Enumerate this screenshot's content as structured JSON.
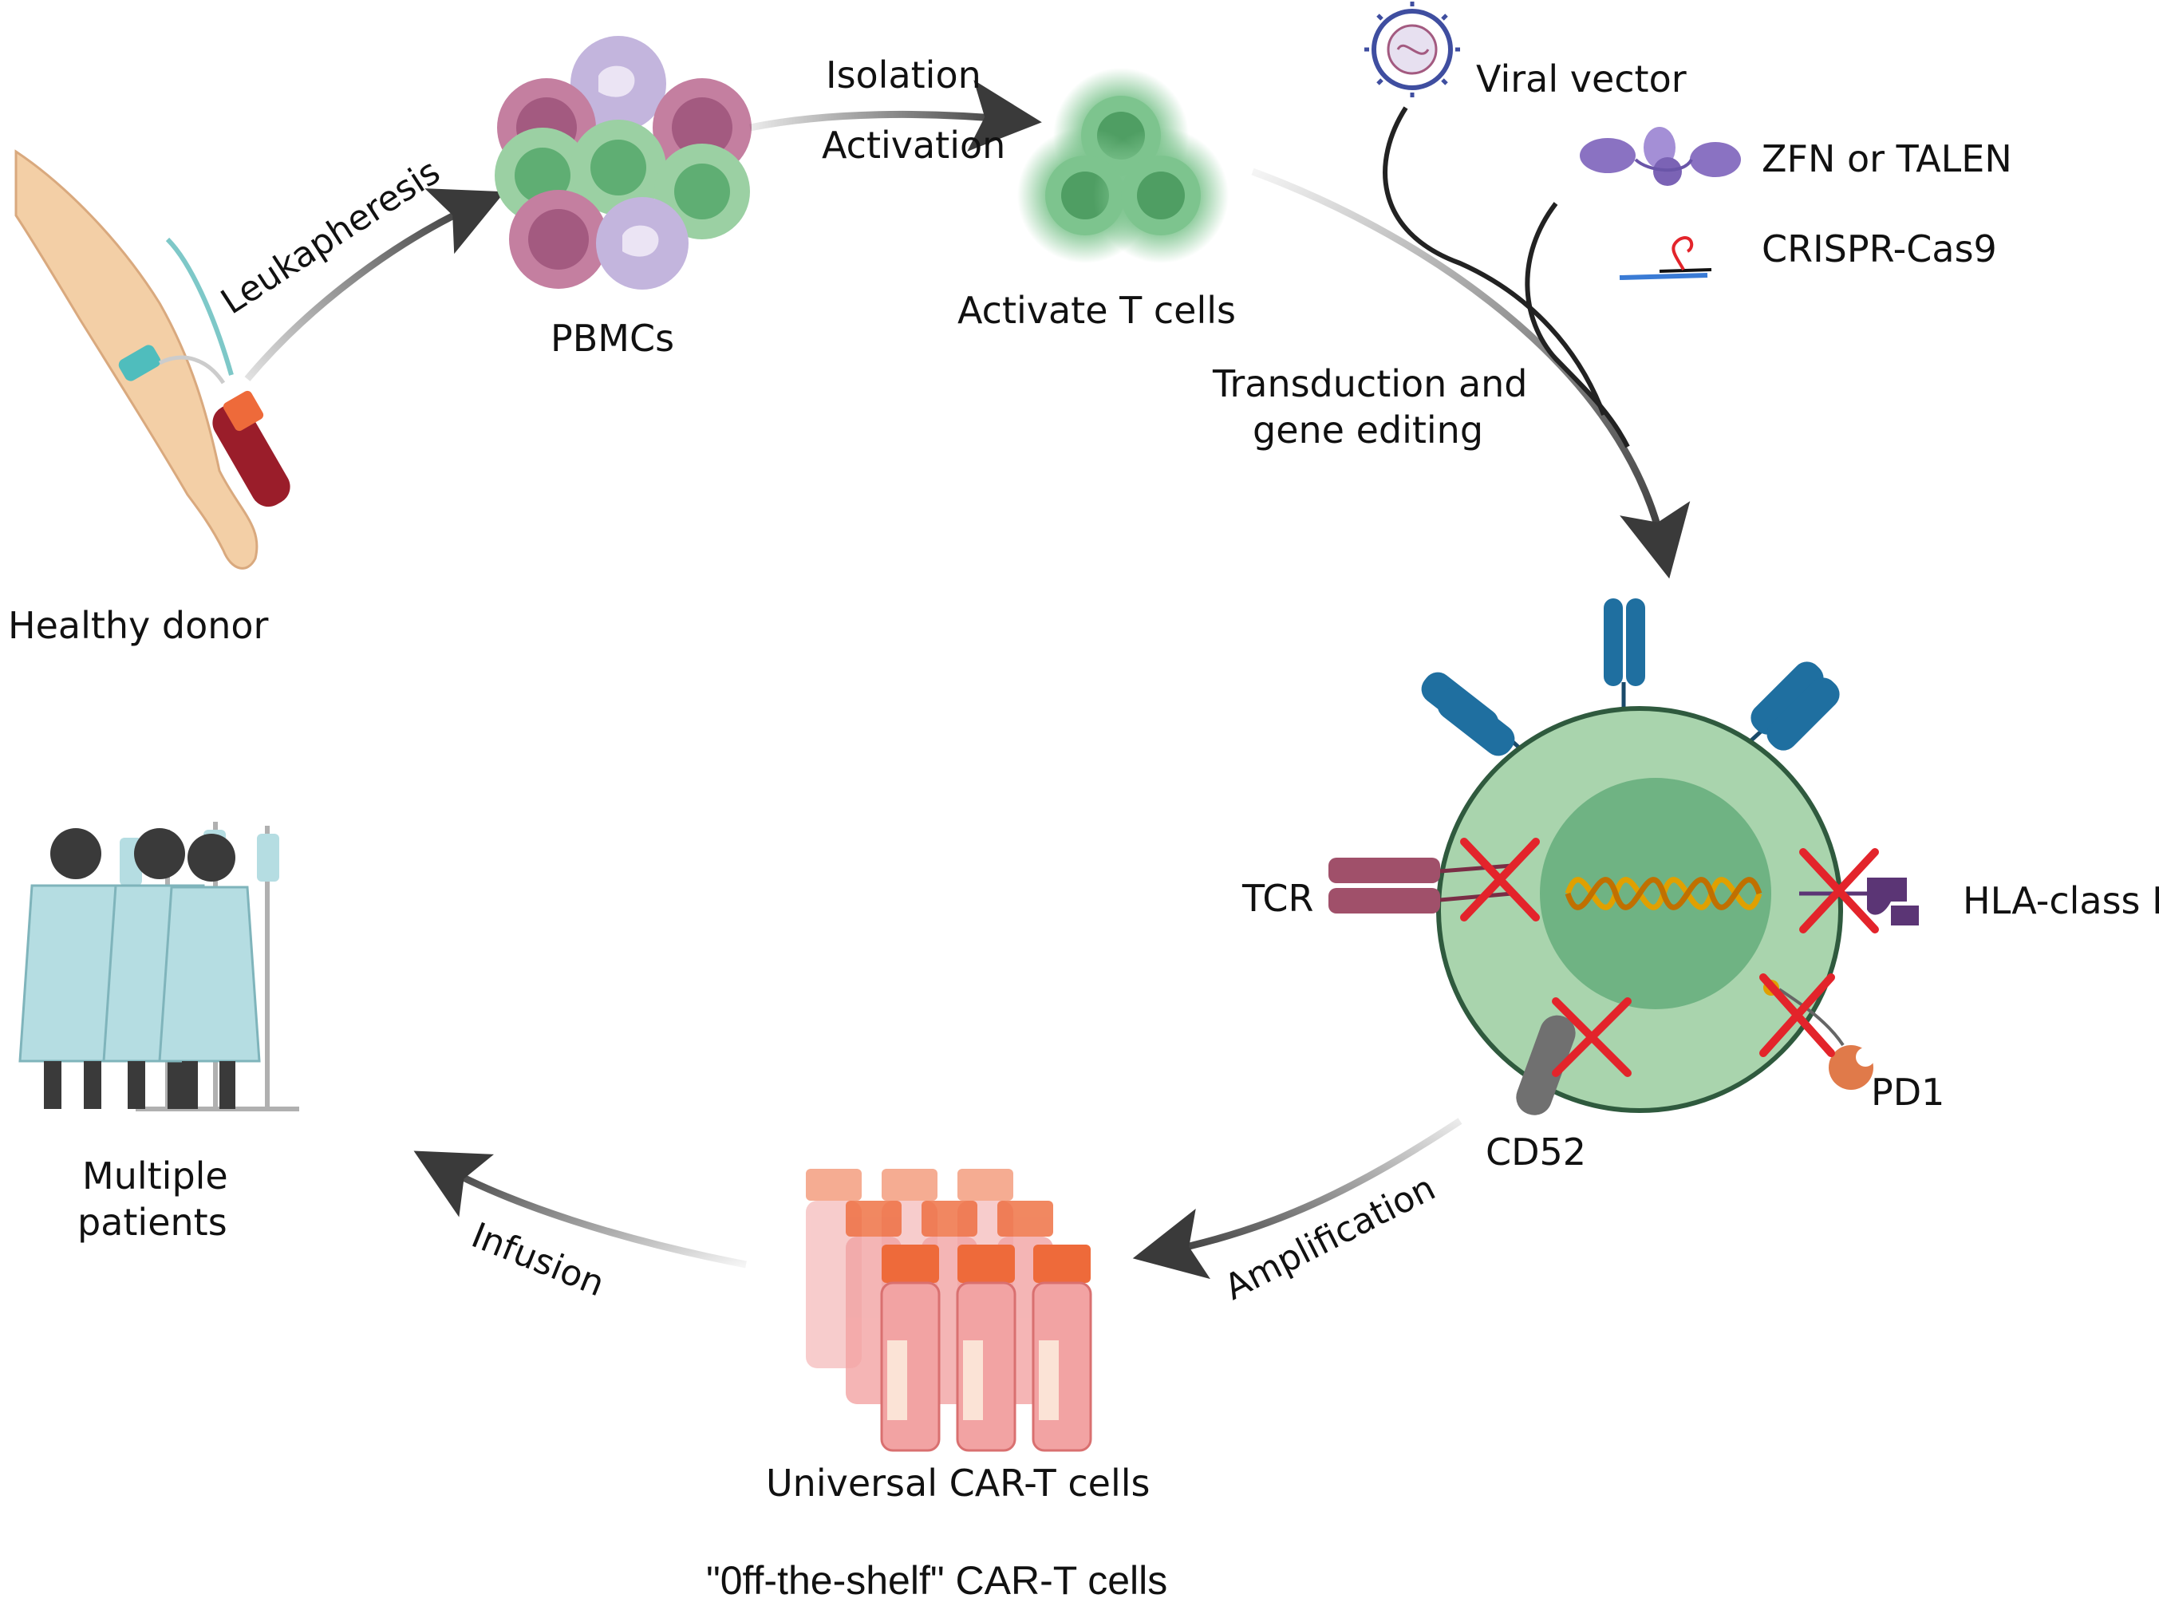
{
  "labels": {
    "healthy_donor": "Healthy donor",
    "leukapheresis": "Leukapheresis",
    "pbmcs": "PBMCs",
    "isolation": "Isolation",
    "activation": "Activation",
    "activate_t_cells": "Activate T cells",
    "viral_vector": "Viral vector",
    "zfn_talen": "ZFN or TALEN",
    "crispr": "CRISPR-Cas9",
    "transduction_1": "Transduction and",
    "transduction_2": "gene editing",
    "tcr": "TCR",
    "hla": "HLA-class I",
    "pd1": "PD1",
    "cd52": "CD52",
    "amplification": "Amplification",
    "universal": "Universal CAR-T cells",
    "infusion": "Infusion",
    "multiple_1": "Multiple",
    "multiple_2": "patients",
    "footer": "\"0ff-the-shelf\" CAR-T cells"
  },
  "colors": {
    "text": "#111111",
    "arrow": "#3a3a3a",
    "cell_body": "#a9d4ad",
    "cell_nucleus": "#6fb383",
    "car_receptor": "#1f6fa0",
    "tcr": "#a0506a",
    "hla": "#5b3575",
    "pd1": "#e07a4a",
    "cd52": "#707070",
    "knockout": "#e3242b",
    "dna_a": "#e0a000",
    "dna_b": "#c07000",
    "t_cell": "#7dc48e",
    "neutrophil": "#c47fa0",
    "monocyte": "#c3b5dd",
    "lymphocyte": "#9bd0a3",
    "vial_cap": "#ee6a3a",
    "vial_liquid": "#f2a3a3",
    "gown": "#b5dde2",
    "skin": "#f3cfa6",
    "blood": "#9a1d2a"
  }
}
